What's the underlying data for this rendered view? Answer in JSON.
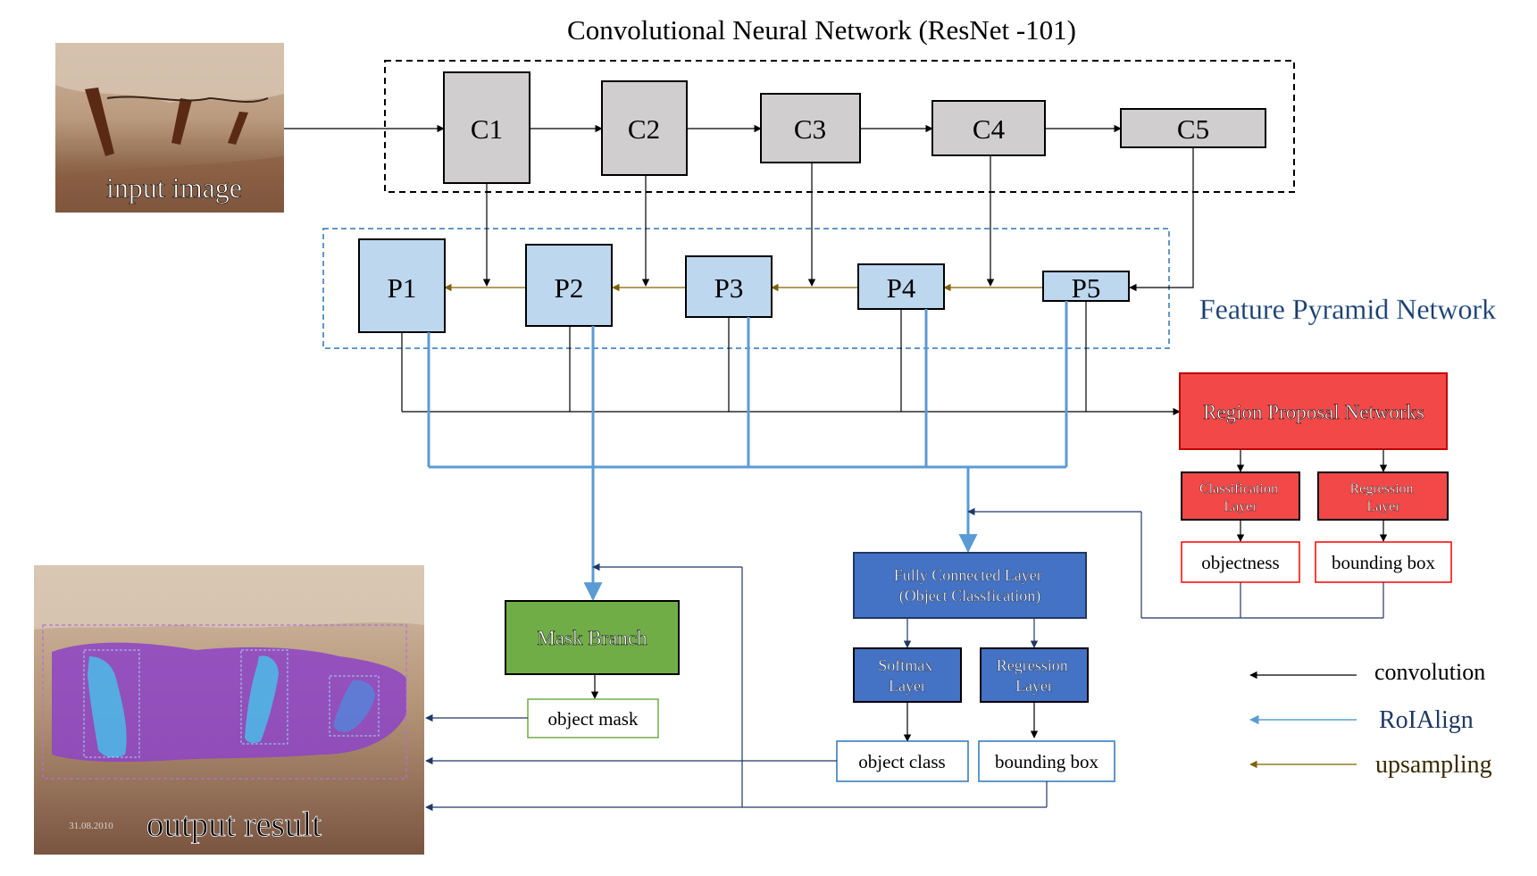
{
  "title": "Convolutional Neural Network (ResNet -101)",
  "input_image_label": "input image",
  "output_image_label": "output result",
  "output_image_timestamp": "31.08.2010",
  "fpn_label": "Feature Pyramid Network",
  "backbone": [
    "C1",
    "C2",
    "C3",
    "C4",
    "C5"
  ],
  "pyramid": [
    "P1",
    "P2",
    "P3",
    "P4",
    "P5"
  ],
  "rpn": {
    "title": "Region Proposal Networks",
    "classification_layer": [
      "Classification",
      "Layer"
    ],
    "regression_layer": [
      "Regression",
      "Layer"
    ],
    "objectness": "objectness",
    "bounding_box": "bounding box"
  },
  "mask": {
    "branch": "Mask Branch",
    "output": "object mask"
  },
  "head": {
    "fc_layer": [
      "Fully Connected Layer",
      "(Object Classfication)"
    ],
    "softmax_layer": [
      "Softmax",
      "Layer"
    ],
    "regression_layer": [
      "Regression",
      "Layer"
    ],
    "object_class": "object class",
    "bounding_box": "bounding box"
  },
  "legend": [
    {
      "label": "convolution",
      "color": "#000000"
    },
    {
      "label": "RoIAlign",
      "color": "#5b9bd5"
    },
    {
      "label": "upsampling",
      "color": "#7f6000"
    }
  ],
  "colors": {
    "backbone_fill": "#d0cece",
    "pyramid_fill": "#bdd7ee",
    "rpn_fill": "#f34848",
    "rpn_outline": "#ff0000",
    "fc_fill": "#4472c4",
    "mask_fill": "#70ad47",
    "mask_outline": "#548235",
    "dark_blue_line": "#203864",
    "roialign_line": "#5b9bd5",
    "fpn_dash": "#2e75b6",
    "upsampling": "#7f6000"
  }
}
